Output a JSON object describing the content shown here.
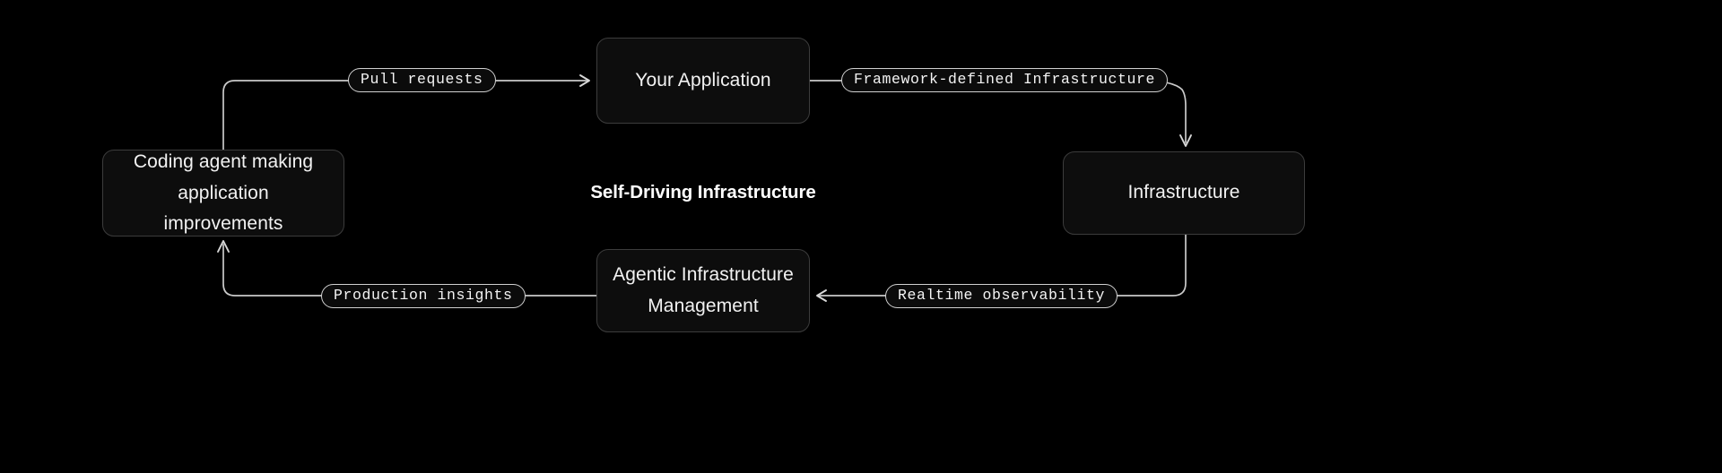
{
  "diagram": {
    "title": "Self-Driving Infrastructure",
    "background_color": "#000000",
    "node_fill_color": "#0d0d0d",
    "node_border_color": "#3c3c3c",
    "edge_color": "#c9c9c9",
    "text_color": "#f2f2f2"
  },
  "nodes": {
    "your_application": {
      "label": "Your Application"
    },
    "infrastructure": {
      "label": "Infrastructure"
    },
    "agentic_infrastructure_management": {
      "label": "Agentic Infrastructure\nManagement"
    },
    "coding_agent": {
      "label": "Coding agent making\napplication improvements"
    }
  },
  "edge_labels": {
    "pull_requests": "Pull requests",
    "framework_defined_infrastructure": "Framework-defined Infrastructure",
    "realtime_observability": "Realtime observability",
    "production_insights": "Production insights"
  },
  "edges": [
    {
      "from": "coding_agent",
      "to": "your_application",
      "label": "Pull requests"
    },
    {
      "from": "your_application",
      "to": "infrastructure",
      "label": "Framework-defined Infrastructure"
    },
    {
      "from": "infrastructure",
      "to": "agentic_infrastructure_management",
      "label": "Realtime observability"
    },
    {
      "from": "agentic_infrastructure_management",
      "to": "coding_agent",
      "label": "Production insights"
    }
  ]
}
